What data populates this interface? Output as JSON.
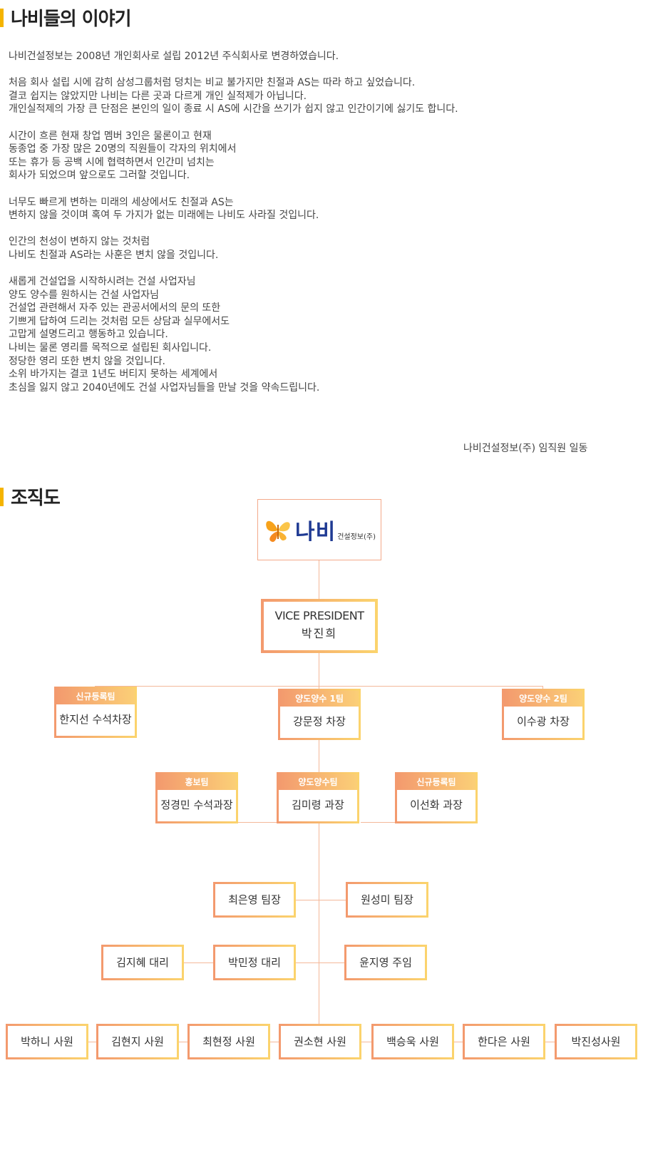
{
  "section1": {
    "title": "나비들의 이야기"
  },
  "story": {
    "paragraphs": [
      [
        "나비건설정보는 2008년 개인회사로 설립 2012년 주식회사로 변경하였습니다."
      ],
      [
        "처음 회사 설립 시에 감히 삼성그룹처럼 덩치는 비교 불가지만 친절과 AS는 따라 하고 싶었습니다.",
        "결코 쉽지는 않았지만 나비는 다른 곳과 다르게 개인 실적제가 아닙니다.",
        "개인실적제의 가장 큰 단점은 본인의 일이 종료 시 AS에 시간을 쓰기가 쉽지 않고 인간이기에 싫기도 합니다."
      ],
      [
        "시간이 흐른 현재 창업 멤버 3인은 물론이고 현재",
        "동종업 중 가장 많은 20명의 직원들이 각자의 위치에서",
        "또는 휴가 등 공백 시에 협력하면서 인간미 넘치는",
        "회사가 되었으며 앞으로도 그러할 것입니다."
      ],
      [
        "너무도 빠르게 변하는 미래의 세상에서도 친절과 AS는",
        "변하지 않을 것이며 혹여 두 가지가 없는 미래에는 나비도 사라질 것입니다."
      ],
      [
        "인간의 천성이 변하지 않는 것처럼",
        "나비도 친절과 AS라는 사훈은 변치 않을 것입니다."
      ],
      [
        "새롭게 건설업을 시작하시려는 건설 사업자님",
        "양도 양수를 원하시는 건설 사업자님",
        "건설업 관련해서 자주 있는 관공서에서의 문의 또한",
        "기쁘게 답하여 드리는 것처럼 모든 상담과 실무에서도",
        "고맙게 설명드리고 행동하고 있습니다.",
        "나비는 물론 영리를 목적으로 설립된 회사입니다.",
        "정당한 영리 또한 변치 않을 것입니다.",
        "소위 바가지는 결코 1년도 버티지 못하는 세계에서",
        "초심을 잃지 않고 2040년에도 건설 사업자님들을 만날 것을 약속드립니다."
      ]
    ],
    "signature": "나비건설정보(주) 임직원 일동"
  },
  "section2": {
    "title": "조직도"
  },
  "logo": {
    "main": "나비",
    "sub": "건설정보(주)"
  },
  "vp": {
    "title": "VICE PRESIDENT",
    "name": "박진희"
  },
  "teams": [
    {
      "header": "신규등록팀",
      "name": "한지선 수석차장"
    },
    {
      "header": "양도양수 1팀",
      "name": "강문정 차장"
    },
    {
      "header": "양도양수 2팀",
      "name": "이수광 차장"
    },
    {
      "header": "홍보팀",
      "name": "정경민 수석과장"
    },
    {
      "header": "양도양수팀",
      "name": "김미령 과장"
    },
    {
      "header": "신규등록팀",
      "name": "이선화 과장"
    }
  ],
  "staff": [
    "최은영 팀장",
    "원성미 팀장",
    "김지혜 대리",
    "박민정 대리",
    "윤지영 주임",
    "박하니 사원",
    "김현지 사원",
    "최현정 사원",
    "권소현 사원",
    "백승욱 사원",
    "한다은 사원",
    "박진성사원"
  ],
  "colors": {
    "accent": "#f5b400",
    "border_start": "#f39a6e",
    "border_end": "#fbd36d",
    "line": "#f4b89a",
    "logo_blue": "#1f3a93"
  }
}
